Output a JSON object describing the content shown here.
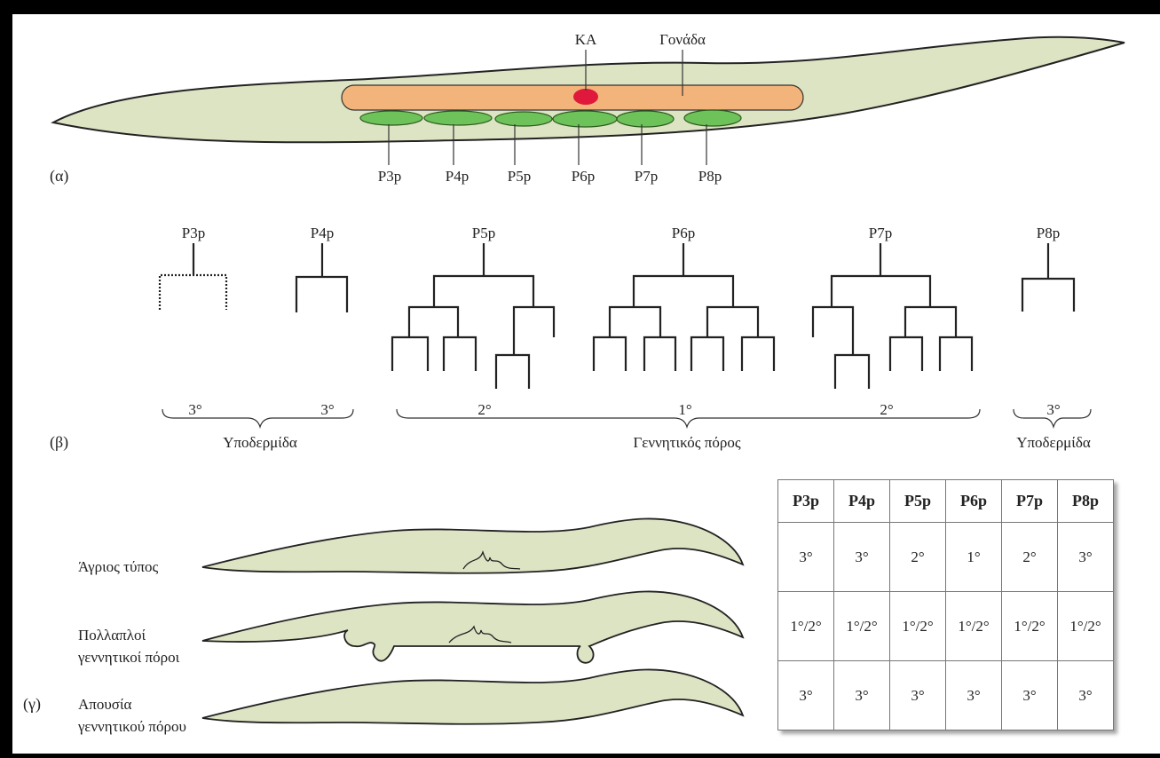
{
  "panel_a": {
    "label": "(α)",
    "anchor_cell_label": "ΚΑ",
    "gonad_label": "Γονάδα",
    "cells": [
      "P3p",
      "P4p",
      "P5p",
      "P6p",
      "P7p",
      "P8p"
    ]
  },
  "panel_b": {
    "label": "(β)",
    "lineages": [
      "P3p",
      "P4p",
      "P5p",
      "P6p",
      "P7p",
      "P8p"
    ],
    "fates": [
      "3°",
      "3°",
      "2°",
      "1°",
      "2°",
      "3°"
    ],
    "group_left": "Υποδερμίδα",
    "group_middle": "Γεννητικός πόρος",
    "group_right": "Υποδερμίδα"
  },
  "panel_c": {
    "label": "(γ)",
    "worms": [
      {
        "label_line1": "Άγριος τύπος",
        "label_line2": ""
      },
      {
        "label_line1": "Πολλαπλοί",
        "label_line2": "γεννητικοί πόροι"
      },
      {
        "label_line1": "Απουσία",
        "label_line2": "γεννητικού πόρου"
      }
    ]
  },
  "table": {
    "headers": [
      "P3p",
      "P4p",
      "P5p",
      "P6p",
      "P7p",
      "P8p"
    ],
    "rows": [
      [
        "3°",
        "3°",
        "2°",
        "1°",
        "2°",
        "3°"
      ],
      [
        "1°/2°",
        "1°/2°",
        "1°/2°",
        "1°/2°",
        "1°/2°",
        "1°/2°"
      ],
      [
        "3°",
        "3°",
        "3°",
        "3°",
        "3°",
        "3°"
      ]
    ]
  },
  "colors": {
    "worm_fill": "#dde4c3",
    "worm_stroke": "#222222",
    "gonad": "#f2b47a",
    "anchor_cell": "#e0193c",
    "vpc": "#6ec25a",
    "border": "#000000"
  }
}
